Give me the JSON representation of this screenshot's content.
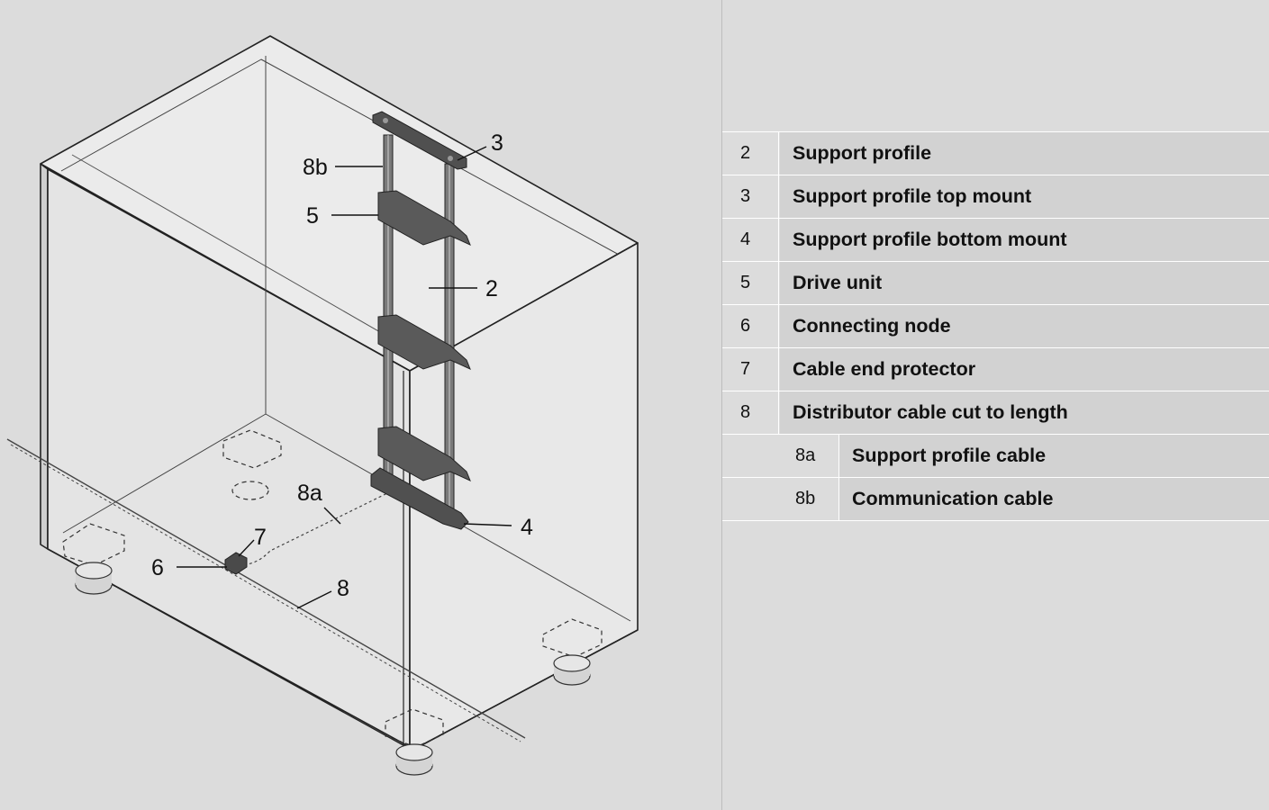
{
  "callouts": {
    "c2": "2",
    "c3": "3",
    "c4": "4",
    "c5": "5",
    "c6": "6",
    "c7": "7",
    "c8": "8",
    "c8a": "8a",
    "c8b": "8b"
  },
  "legend": {
    "items": [
      {
        "num": "2",
        "label": "Support profile"
      },
      {
        "num": "3",
        "label": "Support profile top mount"
      },
      {
        "num": "4",
        "label": "Support profile bottom mount"
      },
      {
        "num": "5",
        "label": "Drive unit"
      },
      {
        "num": "6",
        "label": "Connecting node"
      },
      {
        "num": "7",
        "label": "Cable end protector"
      },
      {
        "num": "8",
        "label": "Distributor cable cut to length"
      }
    ],
    "sub_items": [
      {
        "num": "8a",
        "label": "Support profile cable"
      },
      {
        "num": "8b",
        "label": "Communication cable"
      }
    ]
  },
  "colors": {
    "background": "#dcdcdc",
    "legend_cell": "#d2d2d2",
    "cabinet_face": "#e4e4e4",
    "mechanism_dark": "#555555"
  }
}
